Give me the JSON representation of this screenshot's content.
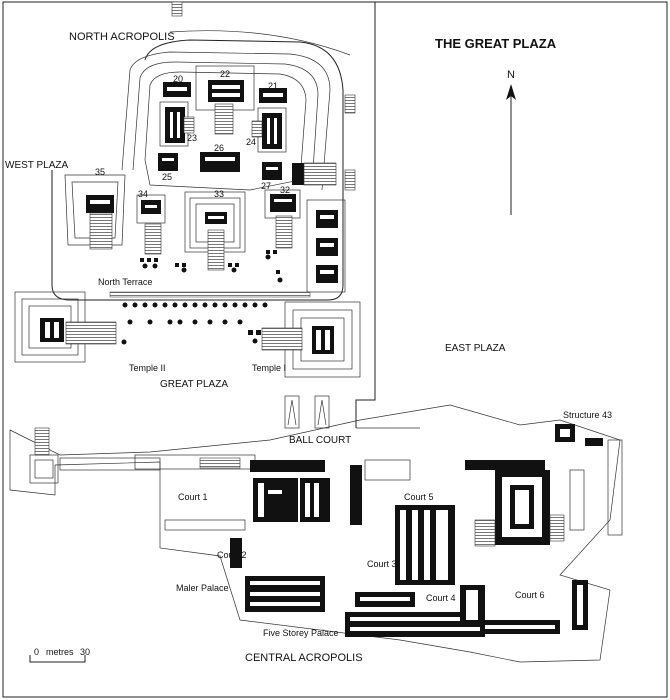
{
  "title": "THE GREAT PLAZA",
  "north_label": "N",
  "areas": {
    "north_acropolis": "NORTH ACROPOLIS",
    "west_plaza": "WEST PLAZA",
    "north_terrace": "North Terrace",
    "great_plaza": "GREAT PLAZA",
    "east_plaza": "EAST PLAZA",
    "ball_court": "BALL COURT",
    "central_acropolis": "CENTRAL ACROPOLIS"
  },
  "temples": {
    "temple_1": "Temple I",
    "temple_2": "Temple II",
    "structure_43": "Structure 43"
  },
  "structures": [
    "20",
    "21",
    "22",
    "23",
    "24",
    "25",
    "26",
    "27",
    "32",
    "33",
    "34",
    "35"
  ],
  "courts": {
    "court_1": "Court 1",
    "court_2": "Court 2",
    "court_3": "Court 3",
    "court_4": "Court 4",
    "court_5": "Court 5",
    "court_6": "Court 6"
  },
  "palaces": {
    "maler": "Maler Palace",
    "five_storey": "Five Storey Palace"
  },
  "scale": {
    "start": "0",
    "unit": "metres",
    "end": "30"
  }
}
